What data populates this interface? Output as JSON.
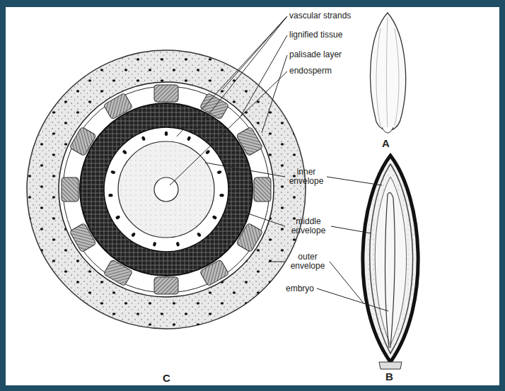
{
  "diagram": {
    "labels": [
      "vascular strands",
      "lignified tissue",
      "palisade layer",
      "endosperm",
      "inner envelope",
      "middle envelope",
      "outer envelope",
      "embryo",
      "A",
      "B",
      "C"
    ]
  }
}
